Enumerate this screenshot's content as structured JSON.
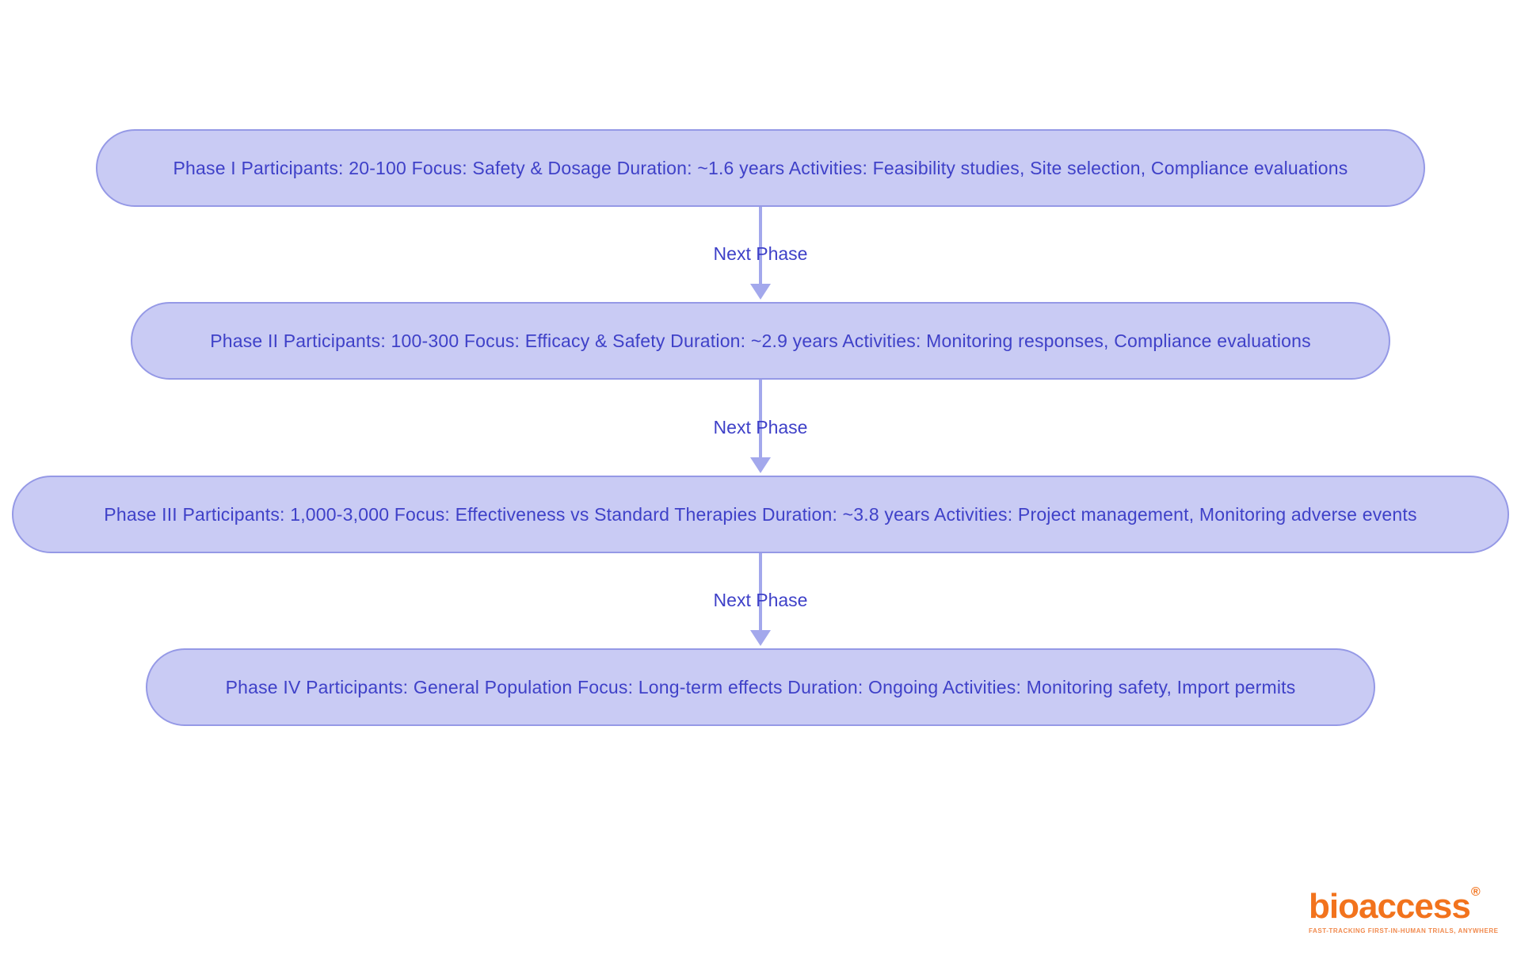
{
  "flowchart": {
    "nodes": [
      {
        "label": "Phase I Participants: 20-100 Focus: Safety & Dosage Duration: ~1.6 years Activities: Feasibility studies, Site selection, Compliance evaluations"
      },
      {
        "label": "Phase II Participants: 100-300 Focus: Efficacy & Safety Duration: ~2.9 years Activities: Monitoring responses, Compliance evaluations"
      },
      {
        "label": "Phase III Participants: 1,000-3,000 Focus: Effectiveness vs Standard Therapies Duration: ~3.8 years Activities: Project management, Monitoring adverse events"
      },
      {
        "label": "Phase IV Participants: General Population Focus: Long-term effects Duration: Ongoing Activities: Monitoring safety, Import permits"
      }
    ],
    "connectors": [
      {
        "label": "Next Phase"
      },
      {
        "label": "Next Phase"
      },
      {
        "label": "Next Phase"
      }
    ],
    "colors": {
      "node_fill": "#c9cbf4",
      "node_border": "#9599e6",
      "node_text": "#3f41c8",
      "arrow": "#a3a8ec",
      "connector_text": "#3f41c8"
    }
  },
  "branding": {
    "logo_text": "bioaccess",
    "registered_mark": "®",
    "tagline": "FAST-TRACKING FIRST-IN-HUMAN TRIALS, ANYWHERE",
    "logo_color": "#f2731d",
    "tagline_color": "#f18a4e"
  }
}
